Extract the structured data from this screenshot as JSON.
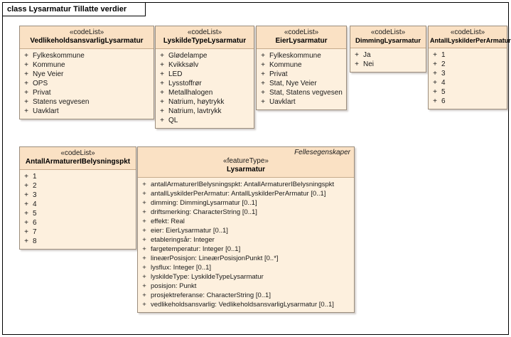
{
  "diagram": {
    "title": "class Lysarmatur Tillatte verdier"
  },
  "boxes": {
    "vedlikehold": {
      "stereotype": "«codeList»",
      "name": "VedlikeholdsansvarligLysarmatur",
      "visibility": "+",
      "items": [
        "Fylkeskommune",
        "Kommune",
        "Nye Veier",
        "OPS",
        "Privat",
        "Statens vegvesen",
        "Uavklart"
      ]
    },
    "lyskildetype": {
      "stereotype": "«codeList»",
      "name": "LyskildeTypeLysarmatur",
      "visibility": "+",
      "items": [
        "Glødelampe",
        "Kvikksølv",
        "LED",
        "Lysstoffrør",
        "Metallhalogen",
        "Natrium, høytrykk",
        "Natrium, lavtrykk",
        "QL"
      ]
    },
    "eier": {
      "stereotype": "«codeList»",
      "name": "EierLysarmatur",
      "visibility": "+",
      "items": [
        "Fylkeskommune",
        "Kommune",
        "Privat",
        "Stat, Nye Veier",
        "Stat, Statens vegvesen",
        "Uavklart"
      ]
    },
    "dimming": {
      "stereotype": "«codeList»",
      "name": "DimmingLysarmatur",
      "visibility": "+",
      "items": [
        "Ja",
        "Nei"
      ]
    },
    "antall_lyskilder": {
      "stereotype": "«codeList»",
      "name": "AntallLyskilderPerArmatur",
      "visibility": "+",
      "items": [
        "1",
        "2",
        "3",
        "4",
        "5",
        "6"
      ]
    },
    "antall_armaturer": {
      "stereotype": "«codeList»",
      "name": "AntallArmaturerIBelysningspkt",
      "visibility": "+",
      "items": [
        "1",
        "2",
        "3",
        "4",
        "5",
        "6",
        "7",
        "8"
      ]
    },
    "lysarmatur": {
      "tagged_label": "Fellesegenskaper",
      "stereotype": "«featureType»",
      "name": "Lysarmatur",
      "visibility": "+",
      "items": [
        "antallArmaturerIBelysningspkt: AntallArmaturerIBelysningspkt",
        "antallLyskilderPerArmatur: AntallLyskilderPerArmatur [0..1]",
        "dimming: DimmingLysarmatur [0..1]",
        "driftsmerking: CharacterString [0..1]",
        "effekt: Real",
        "eier: EierLysarmatur [0..1]",
        "etableringsår: Integer",
        "fargetemperatur: Integer [0..1]",
        "lineærPosisjon: LineærPosisjonPunkt [0..*]",
        "lysflux: Integer [0..1]",
        "lyskildeType: LyskildeTypeLysarmatur",
        "posisjon: Punkt",
        "prosjektreferanse: CharacterString [0..1]",
        "vedlikeholdsansvarlig: VedlikeholdsansvarligLysarmatur [0..1]"
      ]
    }
  },
  "colors": {
    "header_fill": "#fae1c4",
    "body_fill": "#fdf0de",
    "border": "#9b8d7d",
    "frame": "#000000"
  }
}
